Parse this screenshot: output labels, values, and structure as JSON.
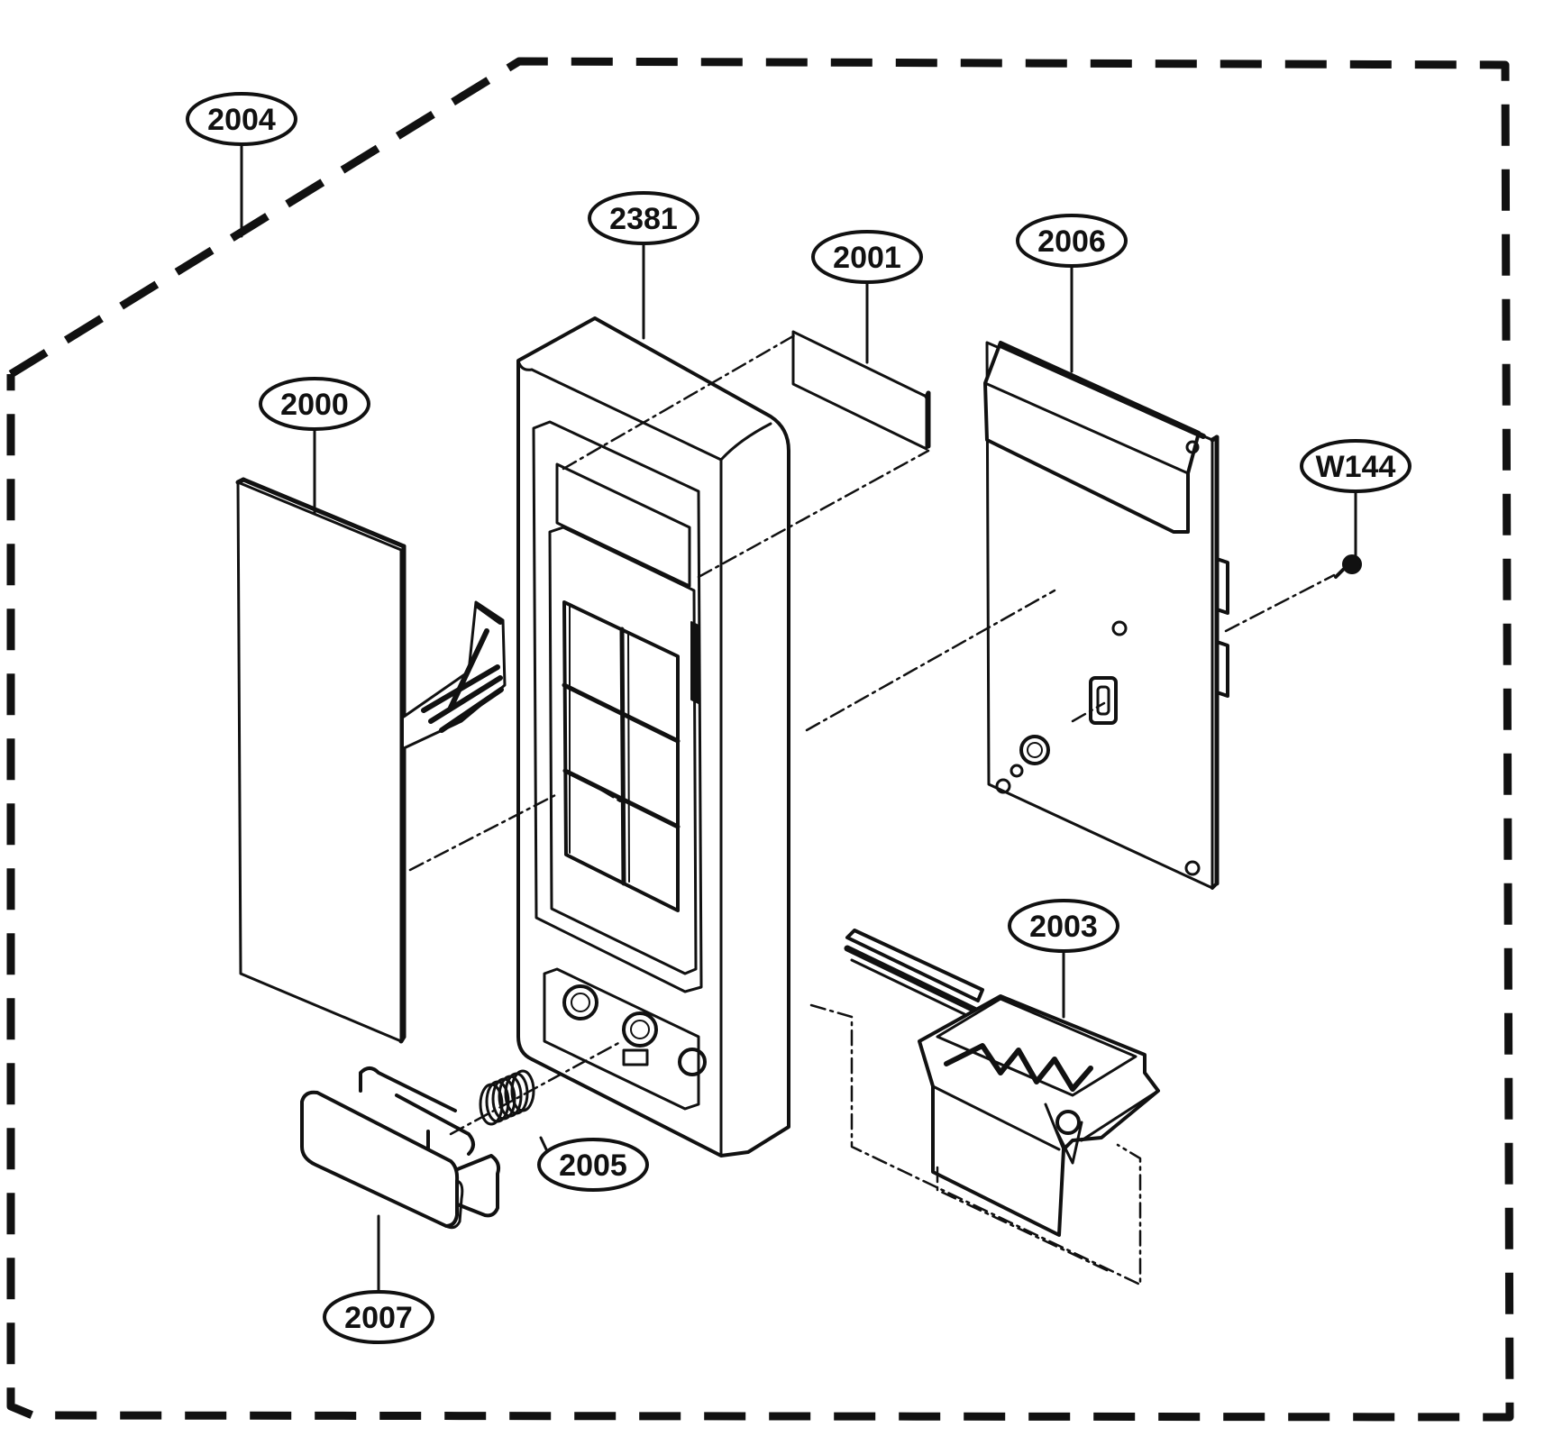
{
  "callouts": {
    "c2004": "2004",
    "c2381": "2381",
    "c2001": "2001",
    "c2006": "2006",
    "c2000": "2000",
    "cW144": "W144",
    "c2003": "2003",
    "c2005": "2005",
    "c2007": "2007"
  },
  "colors": {
    "ink": "#111111",
    "paper": "#ffffff"
  }
}
